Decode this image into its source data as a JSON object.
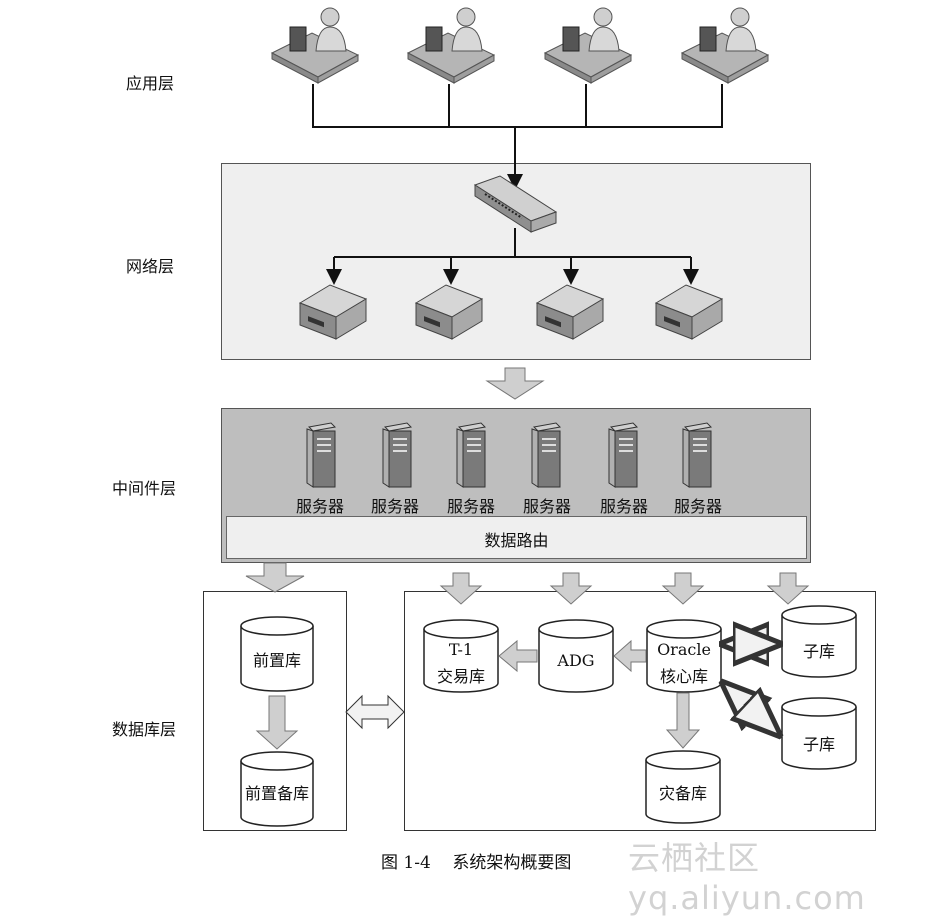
{
  "layers": {
    "application": "应用层",
    "network": "网络层",
    "middleware": "中间件层",
    "database": "数据库层"
  },
  "middleware": {
    "servers": [
      "服务器",
      "服务器",
      "服务器",
      "服务器",
      "服务器",
      "服务器"
    ],
    "routing": "数据路由"
  },
  "databases": {
    "front": "前置库",
    "front_backup": "前置备库",
    "t1_line1": "T-1",
    "t1_line2": "交易库",
    "adg": "ADG",
    "core_line1": "Oracle",
    "core_line2": "核心库",
    "sub1": "子库",
    "sub2": "子库",
    "disaster": "灾备库"
  },
  "caption": "图 1-4    系统架构概要图",
  "watermark": "云栖社区 yq.aliyun.com",
  "icons": [
    "user-workstation-icon",
    "network-switch-icon",
    "network-device-icon",
    "server-tower-icon",
    "database-cylinder-icon"
  ],
  "colors": {
    "panel_fill": "#efefef",
    "middleware_fill": "#bebebe",
    "arrow_fill": "#cfcfcf"
  }
}
